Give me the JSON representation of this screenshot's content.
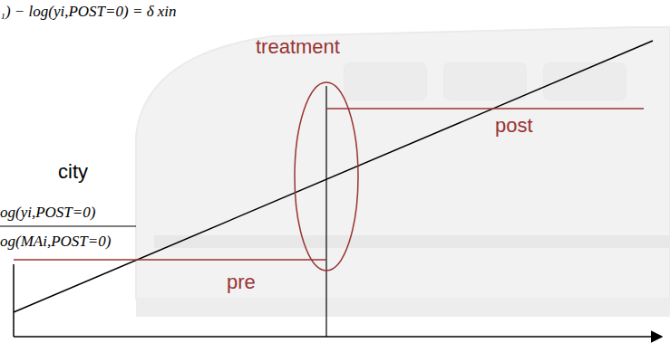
{
  "diagram": {
    "labels": [
      "₁) − log(yi,POST=0) = δ xin",
      "treatment",
      "city",
      "post",
      "og(yi,POST=0)",
      "og(MAi,POST=0)",
      "pre"
    ]
  }
}
